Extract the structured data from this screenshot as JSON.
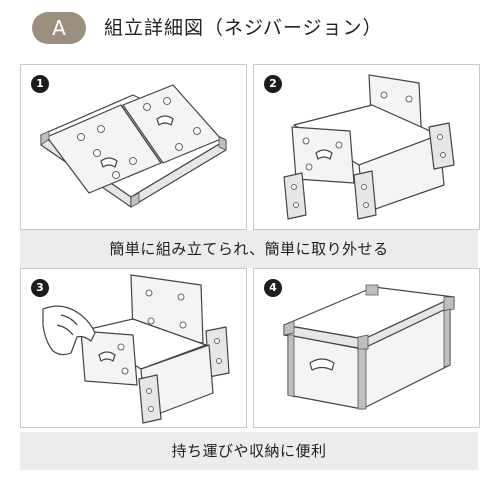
{
  "header": {
    "badge": "A",
    "title": "組立詳細図（ネジバージョン）"
  },
  "steps": [
    {
      "number": "1"
    },
    {
      "number": "2"
    },
    {
      "number": "3"
    },
    {
      "number": "4"
    }
  ],
  "captions": {
    "top": "簡単に組み立てられ、簡単に取り外せる",
    "bottom": "持ち運びや収納に便利"
  }
}
